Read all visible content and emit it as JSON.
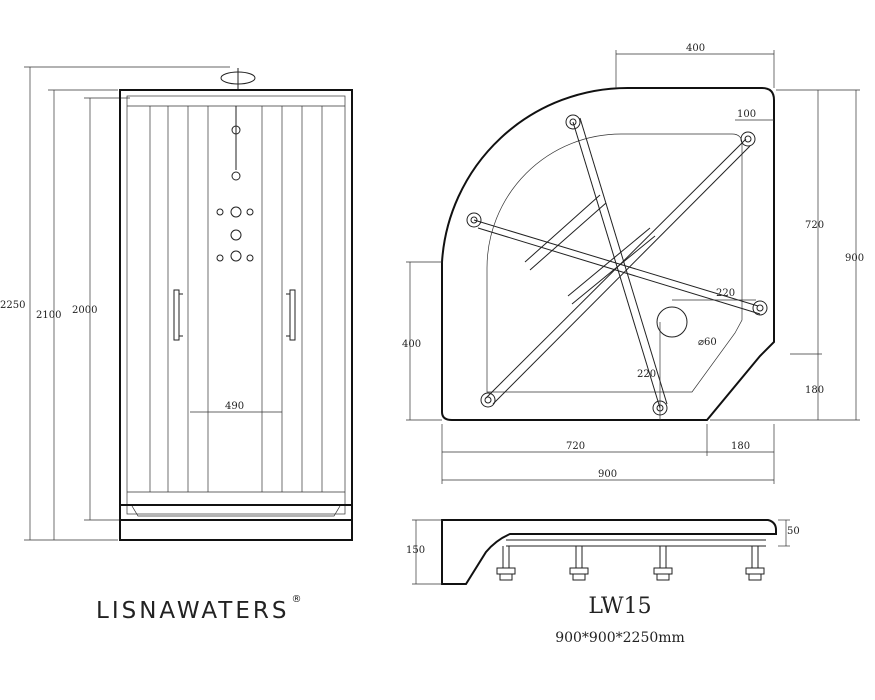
{
  "branding": {
    "logo_text": "LISNAWATERS",
    "registered_mark": "®"
  },
  "product": {
    "model": "LW15",
    "size": "900*900*2250mm"
  },
  "front_view": {
    "dims": {
      "total_height": "2250",
      "cabin_height": "2100",
      "door_height": "2000",
      "door_width": "490"
    }
  },
  "top_view": {
    "dims": {
      "top_offset": "400",
      "corner_hole_offset": "100",
      "right_upper": "720",
      "right_total": "900",
      "right_lower": "180",
      "left_height": "400",
      "drain_h": "220",
      "drain_v": "220",
      "drain_diameter": "⌀60",
      "bottom_left": "720",
      "bottom_right": "180",
      "bottom_total": "900"
    }
  },
  "side_view": {
    "dims": {
      "tray_thickness": "50",
      "tray_height": "150"
    }
  }
}
